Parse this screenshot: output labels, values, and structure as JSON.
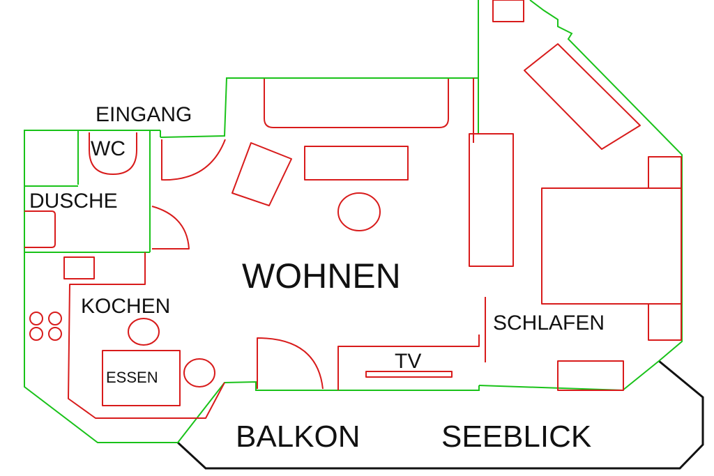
{
  "colors": {
    "walls": "#19c219",
    "furniture": "#d81b1b",
    "balcony": "#111111",
    "labels": "#111111",
    "background": "#ffffff"
  },
  "labels": {
    "eingang": "EINGANG",
    "wc": "WC",
    "dusche": "DUSCHE",
    "wohnen": "WOHNEN",
    "kochen": "KOCHEN",
    "essen": "ESSEN",
    "tv": "TV",
    "schlafen": "SCHLAFEN",
    "balkon": "BALKON",
    "seeblick": "SEEBLICK"
  }
}
